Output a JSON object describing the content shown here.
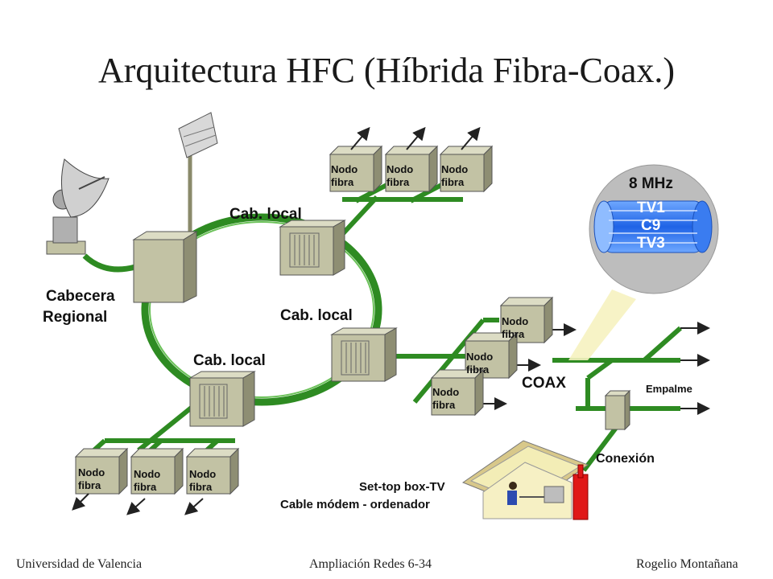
{
  "title": "Arquitectura HFC (Híbrida Fibra-Coax.)",
  "labels": {
    "headend": [
      "Cabecera",
      "Regional"
    ],
    "local_headends": [
      "Cab. local",
      "Cab. local",
      "Cab. local"
    ],
    "fiber_node": [
      "Nodo",
      "fibra"
    ],
    "coax": "COAX",
    "splice": "Empalme",
    "connection": "Conexión",
    "home_devices": [
      "Set-top box-TV",
      "Cable módem - ordenador"
    ]
  },
  "channel_callout": {
    "bandwidth": "8 MHz",
    "channels": [
      "TV1",
      "C9",
      "TV3"
    ]
  },
  "footer": {
    "left": "Universidad de Valencia",
    "center": "Ampliación Redes 6-34",
    "right": "Rogelio Montañana"
  },
  "colors": {
    "fiber_green": "#2e8b22",
    "box_face": "#c2c2a4",
    "box_side": "#8e8e73",
    "callout_bg": "#bdbdbd",
    "cable_blue": "#3a7cf0",
    "house_wall": "#f3edb6",
    "connector_red": "#e01818"
  }
}
